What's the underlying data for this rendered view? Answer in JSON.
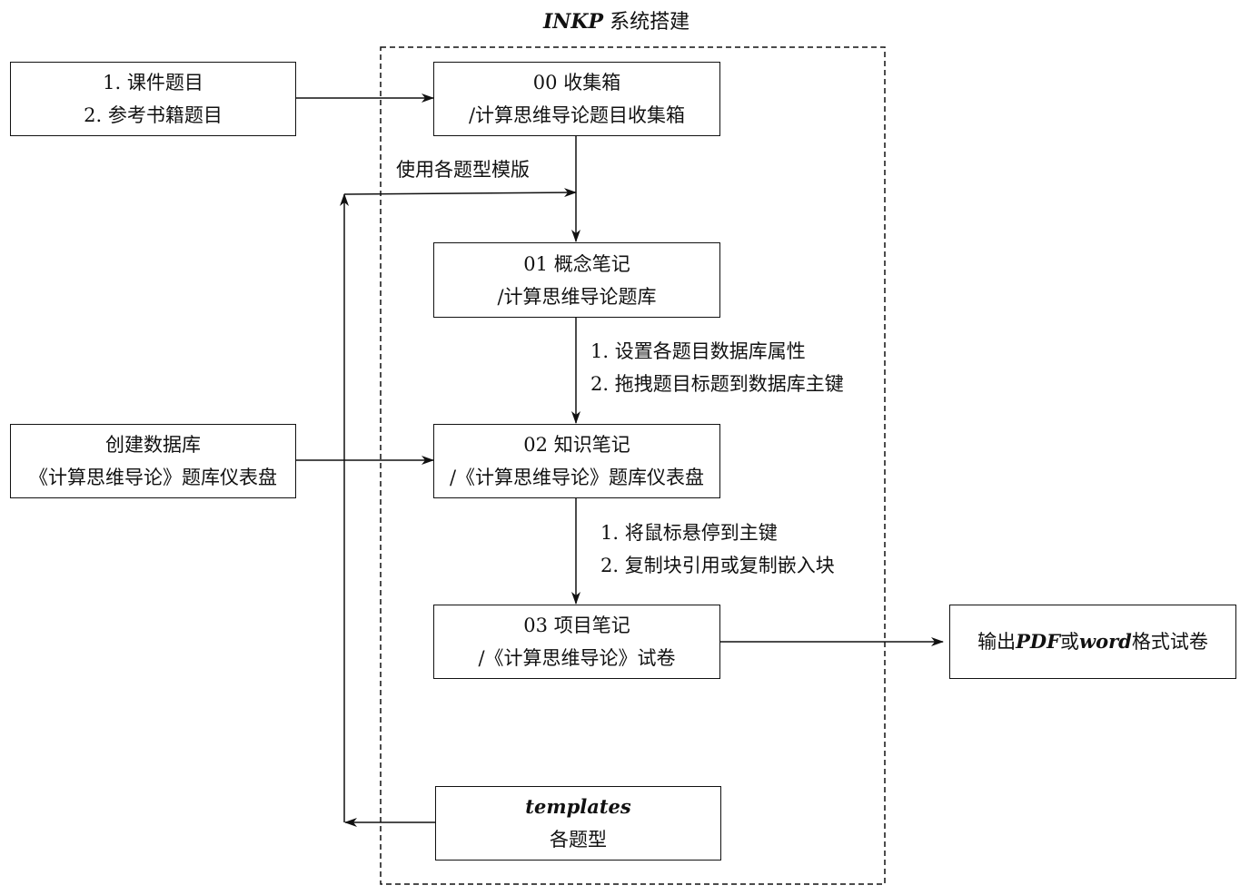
{
  "title": {
    "emph": "INKP",
    "rest": " 系统搭建"
  },
  "boxes": {
    "courseware": {
      "line1": "1. 课件题目",
      "line2": "2. 参考书籍题目"
    },
    "create_db": {
      "line1": "创建数据库",
      "line2": "《计算思维导论》题库仪表盘"
    },
    "inbox": {
      "line1": "00 收集箱",
      "line2": "/计算思维导论题目收集箱"
    },
    "concept": {
      "line1": "01 概念笔记",
      "line2": "/计算思维导论题库"
    },
    "knowledge": {
      "line1": "02 知识笔记",
      "line2": "/《计算思维导论》题库仪表盘"
    },
    "project": {
      "line1": "03 项目笔记",
      "line2": "/《计算思维导论》试卷"
    },
    "templates": {
      "line1": "templates",
      "line2": "各题型"
    },
    "output": {
      "pre": "输出",
      "pdf": "PDF",
      "mid": "或",
      "word": "word",
      "post": "格式试卷"
    }
  },
  "edge_labels": {
    "use_templates": "使用各题型模版",
    "step1_a": "1. 设置各题目数据库属性",
    "step1_b": "2. 拖拽题目标题到数据库主键",
    "step2_a": "1. 将鼠标悬停到主键",
    "step2_b": "2. 复制块引用或复制嵌入块"
  }
}
